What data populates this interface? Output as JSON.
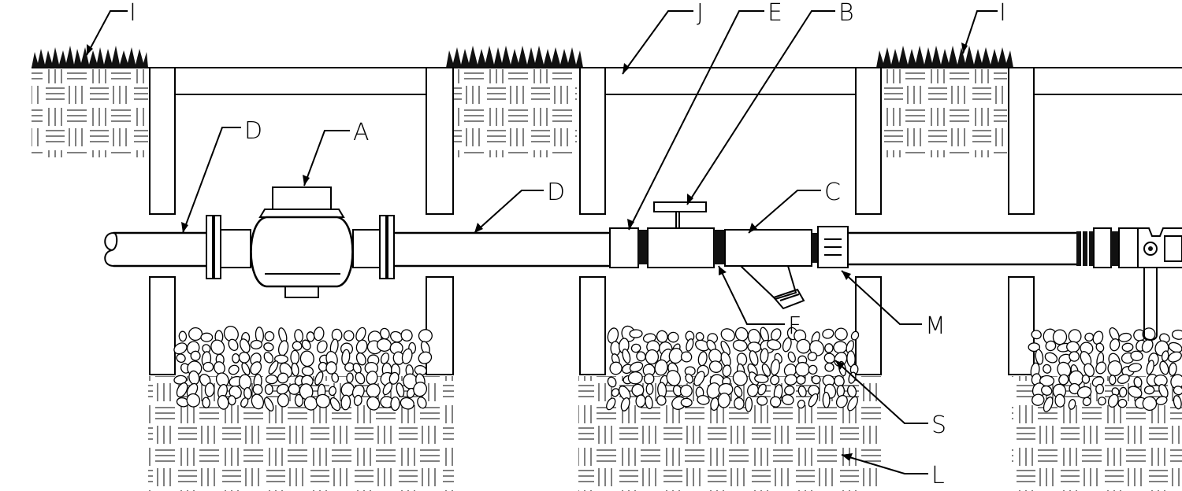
{
  "labels": {
    "I_left": "I",
    "I_right": "I",
    "J": "J",
    "E": "E",
    "B": "B",
    "D_left": "D",
    "A": "A",
    "D_mid": "D",
    "C": "C",
    "F": "F",
    "M": "M",
    "S": "S",
    "L": "L"
  }
}
